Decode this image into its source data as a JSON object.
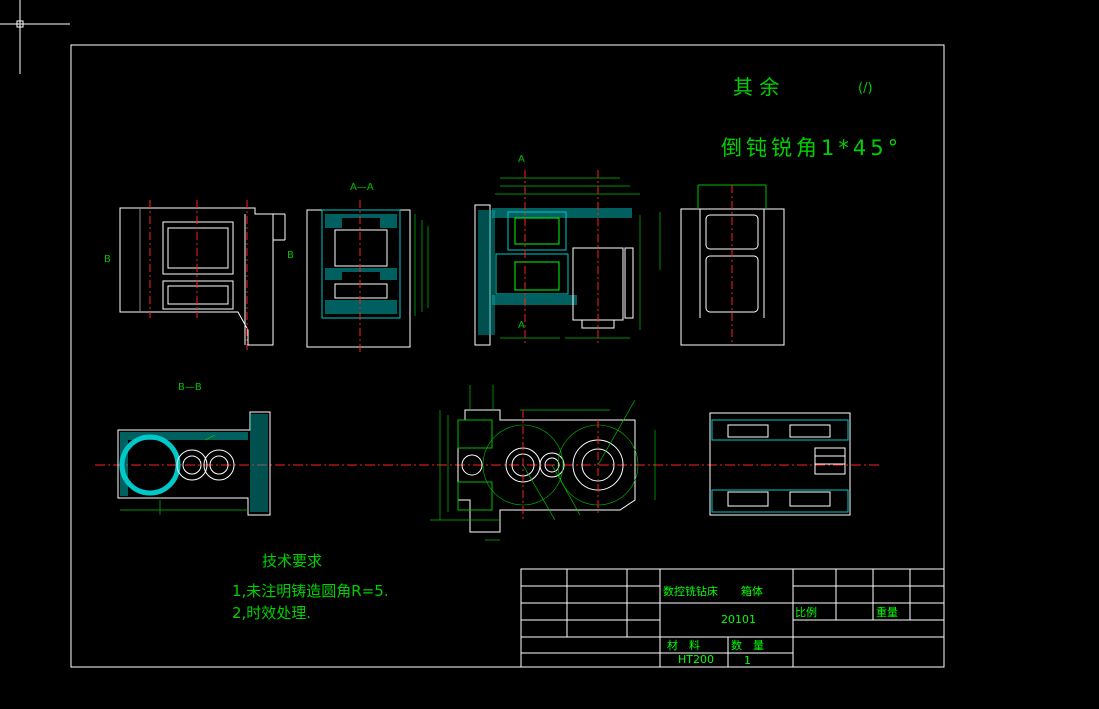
{
  "notes": {
    "remaining": "其 余",
    "chamfer": "倒钝锐角1*45°",
    "tech_title": "技术要求",
    "tech_line1": "1,未注明铸造圆角R=5.",
    "tech_line2": "2,时效处理."
  },
  "section_labels": {
    "aa": "A—A",
    "bb": "B—B"
  },
  "title_block": {
    "machine": "数控铣钻床",
    "part": "箱体",
    "drawing_no": "20101",
    "scale_label": "比例",
    "weight_label": "重量",
    "material_label": "材　料",
    "quantity_label": "数　量",
    "material_value": "HT200",
    "quantity_value": "1"
  },
  "colors": {
    "background": "#000000",
    "frame": "#ffffff",
    "text_green": "#00d000",
    "dim_green": "#00c000",
    "centerline_red": "#ff2020",
    "hatch_cyan": "#00c8c8",
    "outline_white": "#ffffff"
  }
}
